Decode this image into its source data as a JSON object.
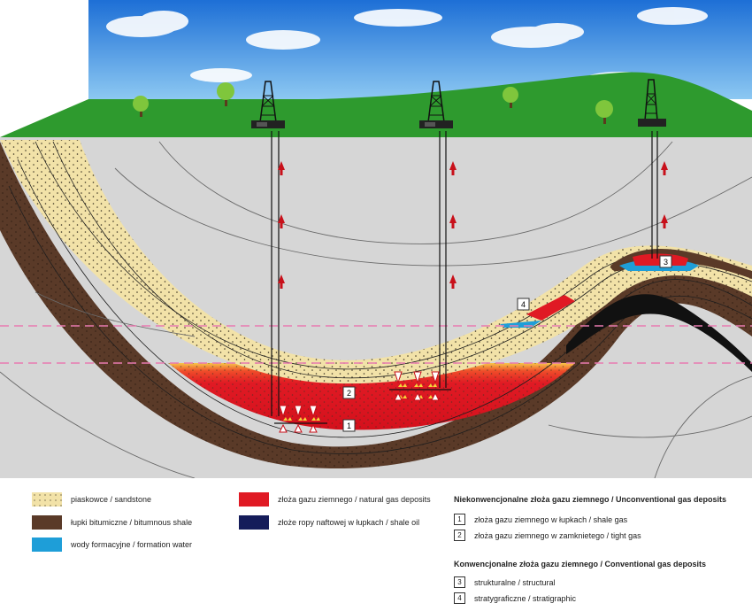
{
  "markers": {
    "m1": "1",
    "m2": "2",
    "m3": "3",
    "m4": "4"
  },
  "legend": {
    "items": [
      {
        "label": "piaskowce / sandstone",
        "color": "#f2e2a8"
      },
      {
        "label": "łupki bitumiczne / bitumnous shale",
        "color": "#5a3a28"
      },
      {
        "label": "wody formacyjne / formation water",
        "color": "#1e9ed8"
      },
      {
        "label": "złoża gazu ziemnego / natural gas deposits",
        "color": "#e01a24"
      },
      {
        "label": "złoże ropy naftowej w łupkach / shale oil",
        "color": "#151c5a"
      }
    ],
    "unconventional": {
      "title": "Niekonwencjonalne złoża gazu ziemnego / Unconventional gas deposits",
      "items": [
        {
          "num": "1",
          "label": "złoża gazu ziemnego w łupkach / shale gas"
        },
        {
          "num": "2",
          "label": "złoża gazu ziemnego w zamknietego / tight gas"
        }
      ]
    },
    "conventional": {
      "title": "Konwencjonalne złoża gazu ziemnego / Conventional gas deposits",
      "items": [
        {
          "num": "3",
          "label": "strukturalne / structural"
        },
        {
          "num": "4",
          "label": "stratygraficzne / stratigraphic"
        }
      ]
    }
  },
  "colors": {
    "sky": "#3a8ee0",
    "grass": "#2e9a2e",
    "rock": "#d6d6d6",
    "sandstone": "#f2e2a8",
    "shale": "#5a3a28",
    "gas": "#e01a24",
    "water": "#1e9ed8",
    "oil": "#151c5a"
  },
  "icons": [
    "drilling-rig-icon",
    "tree-icon",
    "arrow-up-icon",
    "arrow-down-icon"
  ]
}
